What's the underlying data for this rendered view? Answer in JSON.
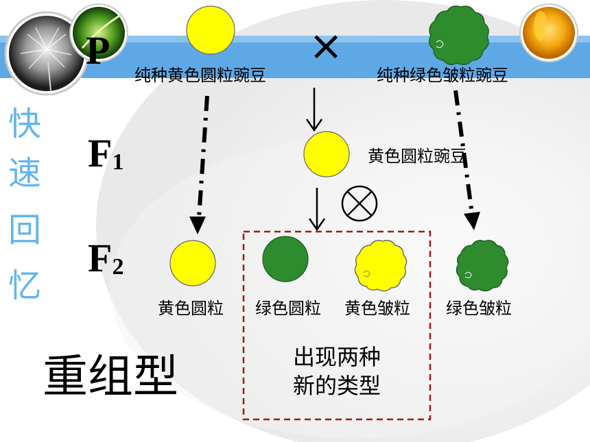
{
  "sidebar": {
    "chars": [
      "快",
      "速",
      "回",
      "忆"
    ]
  },
  "generations": {
    "p": "P",
    "f1": "F",
    "f1_sub": "1",
    "f2": "F",
    "f2_sub": "2"
  },
  "parents": {
    "left_label": "纯种黄色圆粒豌豆",
    "right_label": "纯种绿色皱粒豌豆",
    "cross_symbol": "×"
  },
  "f1": {
    "label": "黄色圆粒豌豆",
    "self_symbol": "⊗"
  },
  "f2": {
    "labels": [
      "黄色圆粒",
      "绿色圆粒",
      "黄色皱粒",
      "绿色皱粒"
    ]
  },
  "recombinant": {
    "title": "重组型",
    "note_line1": "出现两种",
    "note_line2": "新的类型"
  },
  "colors": {
    "yellow": "#ffff00",
    "green": "#2e8b2e",
    "banner_blue": "#5fa8e6",
    "sidebar_text": "#63b5ee",
    "dashed_box": "#9c1a1a"
  }
}
